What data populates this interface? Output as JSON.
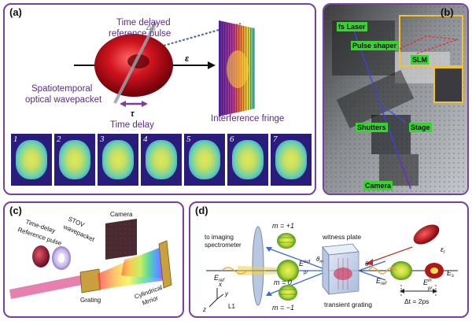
{
  "panel_a": {
    "label": "(a)",
    "reference_pulse_text_1": "Time delayed",
    "reference_pulse_text_2": "reference pulse",
    "delta_symbol": "Δt",
    "delta_subscript": "r",
    "epsilon_symbol": "ε",
    "wavepacket_text_1": "Spatiotemporal",
    "wavepacket_text_2": "optical wavepacket",
    "tau_symbol": "τ",
    "time_delay_text": "Time delay",
    "interference_text": "Interference fringe",
    "frames": [
      "1",
      "2",
      "3",
      "4",
      "5",
      "6",
      "7"
    ]
  },
  "panel_b": {
    "label": "(b)",
    "tags": {
      "laser": "fs Laser",
      "pulse_shaper": "Pulse shaper",
      "slm": "SLM",
      "shutters": "Shutters",
      "stage": "Stage",
      "camera": "Camera"
    }
  },
  "panel_c": {
    "label": "(c)",
    "camera": "Camera",
    "time_delay_1": "Time-delay",
    "time_delay_2": "Reference pulse",
    "stov_1": "STOV",
    "stov_2": "wavepacket",
    "grating": "Grating",
    "cyl_1": "Cylindrical",
    "cyl_2": "Mrrior"
  },
  "panel_d": {
    "label": "(d)",
    "imaging_1": "to imaging",
    "imaging_2": "spectrometer",
    "m_plus": "m = +1",
    "m_zero": "m = 0",
    "m_minus": "m = −1",
    "witness": "witness plate",
    "transient": "transient grating",
    "e_out": "E",
    "e_out_sup": "out",
    "e_out_sub": "pr",
    "e_ref_left": "E",
    "e_ref_left_sub": "ref",
    "e_ref_right": "E",
    "e_ref_right_sub": "ref",
    "e_in": "E",
    "e_in_sup": "in",
    "e_in_sub": "pr",
    "e_s": "E",
    "e_s_sub": "s",
    "eps_l": "ε",
    "eps_l_sub": "l",
    "theta_m": "θ",
    "theta_m_sub": "m",
    "theta": "θ",
    "delta_t": "Δt = 2ps",
    "lens": "L1",
    "axis_y": "y",
    "axis_x": "x",
    "axis_z": "z"
  }
}
